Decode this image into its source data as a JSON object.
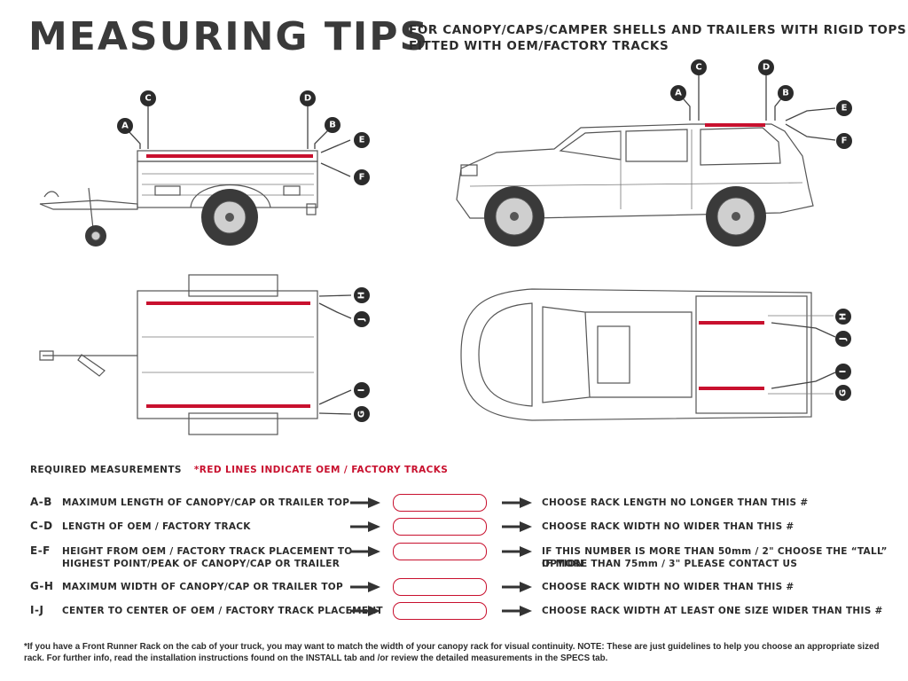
{
  "header": {
    "title": "MEASURING TIPS",
    "subtitle_line1": "FOR CANOPY/CAPS/CAMPER SHELLS AND TRAILERS WITH RIGID TOPS",
    "subtitle_line2": "FITTED WITH OEM/FACTORY TRACKS"
  },
  "diagram_labels": {
    "A": "A",
    "B": "B",
    "C": "C",
    "D": "D",
    "E": "E",
    "F": "F",
    "G": "G",
    "H": "H",
    "I": "I",
    "J": "J"
  },
  "required": {
    "heading": "REQUIRED MEASUREMENTS",
    "note": "*RED LINES INDICATE OEM / FACTORY TRACKS"
  },
  "rows": [
    {
      "code": "A-B",
      "desc1": "MAXIMUM  LENGTH OF CANOPY/CAP OR TRAILER TOP",
      "desc2": "",
      "action1": "CHOOSE RACK LENGTH NO LONGER THAN THIS #",
      "action2": ""
    },
    {
      "code": "C-D",
      "desc1": "LENGTH OF OEM / FACTORY TRACK",
      "desc2": "",
      "action1": "CHOOSE RACK WIDTH NO WIDER THAN THIS #",
      "action2": ""
    },
    {
      "code": "E-F",
      "desc1": "HEIGHT FROM OEM / FACTORY TRACK PLACEMENT TO",
      "desc2": "HIGHEST POINT/PEAK OF CANOPY/CAP OR TRAILER",
      "action1": "IF THIS NUMBER IS MORE THAN 50mm / 2\" CHOOSE THE “TALL” OPTION",
      "action2": "IF MORE THAN 75mm / 3\" PLEASE CONTACT US"
    },
    {
      "code": "G-H",
      "desc1": "MAXIMUM  WIDTH OF CANOPY/CAP OR TRAILER TOP",
      "desc2": "",
      "action1": "CHOOSE RACK WIDTH NO WIDER THAN THIS #",
      "action2": ""
    },
    {
      "code": "I-J",
      "desc1": "CENTER TO CENTER OF OEM / FACTORY TRACK PLACEMENT",
      "desc2": "",
      "action1": "CHOOSE RACK WIDTH AT LEAST ONE SIZE WIDER THAN THIS #",
      "action2": ""
    }
  ],
  "footnote": "*If you have a Front Runner Rack on the cab of your truck, you may want to match the width of your canopy rack for visual continuity. NOTE: These are just guidelines to help you choose an appropriate sized rack. For further info, read the installation instructions found on the INSTALL tab and /or review the detailed measurements in the SPECS tab.",
  "colors": {
    "track_red": "#c8102e",
    "ink": "#2b2b2b",
    "line": "#555555"
  }
}
